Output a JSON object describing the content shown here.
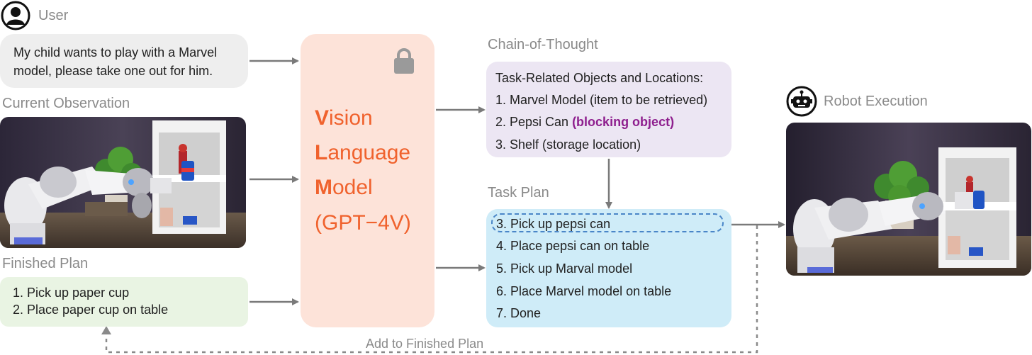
{
  "user": {
    "label": "User",
    "message_line1": "My child wants to play with a Marvel",
    "message_line2": "model, please take one out for him."
  },
  "observation": {
    "label": "Current Observation"
  },
  "finished": {
    "label": "Finished Plan",
    "items": [
      "1. Pick up paper cup",
      "2. Place paper cup on table"
    ]
  },
  "vlm": {
    "letters": [
      "V",
      "L",
      "M"
    ],
    "rest": [
      "ision",
      "anguage",
      "odel"
    ],
    "model": "(GPT−4V)",
    "accent_color": "#f0622d",
    "bg_color": "#fde3d9"
  },
  "cot": {
    "label": "Chain-of-Thought",
    "heading": "Task-Related Objects and Locations:",
    "item1": "1. Marvel Model (item to be retrieved)",
    "item2_prefix": "2. Pepsi Can ",
    "item2_highlight": "(blocking object)",
    "item3": "3. Shelf (storage location)",
    "bg_color": "#ece6f3",
    "highlight_color": "#8e1f8e"
  },
  "plan": {
    "label": "Task Plan",
    "items": [
      "3. Pick up pepsi can",
      "4. Place pepsi can on table",
      "5. Pick up Marval model",
      "6. Place Marvel model on table",
      "7. Done"
    ],
    "bg_color": "#cfecf8",
    "dash_color": "#4a86c8"
  },
  "robot": {
    "label": "Robot Execution"
  },
  "feedback": {
    "label": "Add to Finished Plan"
  }
}
